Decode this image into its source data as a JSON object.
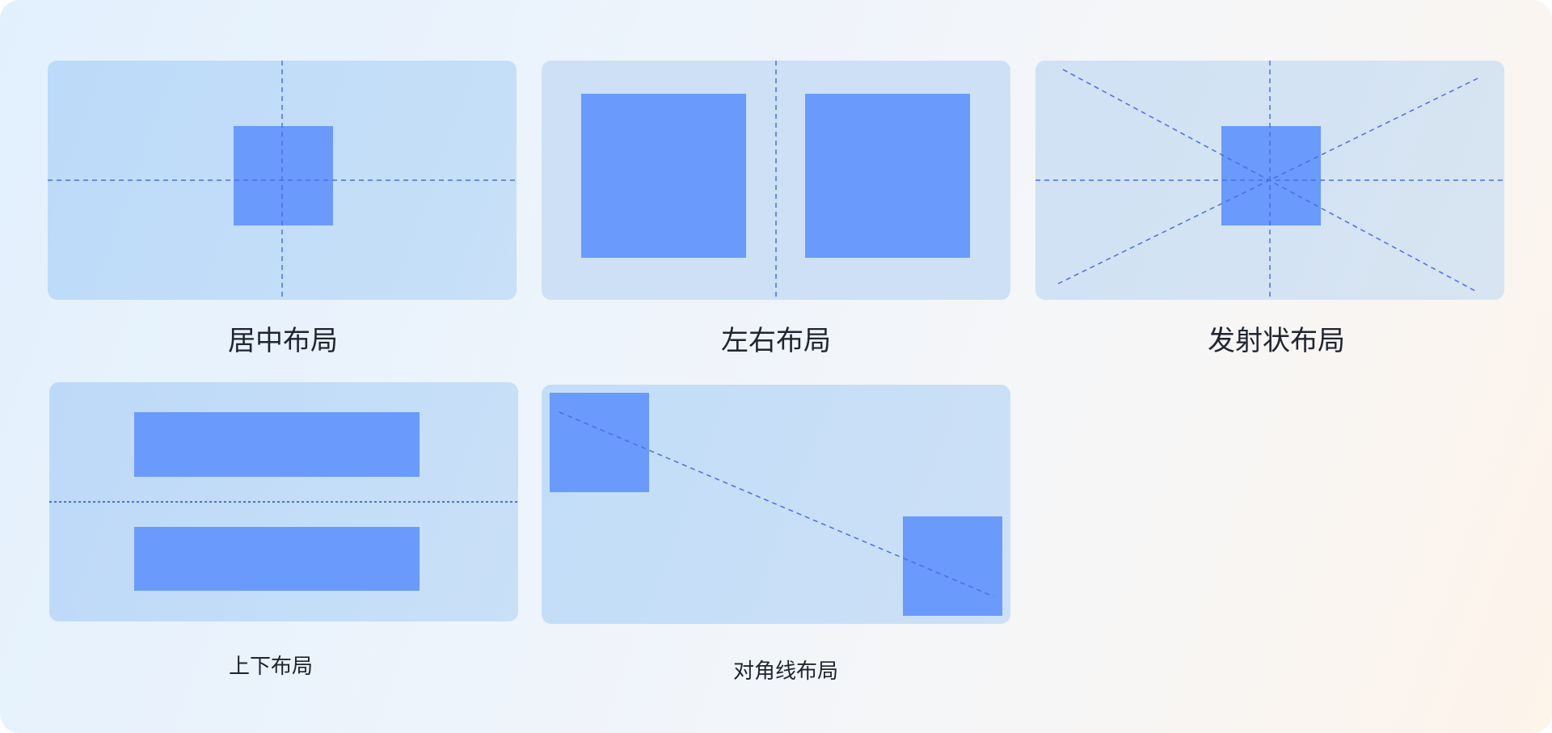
{
  "colors": {
    "block": "#6a9afb",
    "guide": "#4a6ee8",
    "caption": "#1f2430"
  },
  "layouts": [
    {
      "id": "center",
      "label": "居中布局"
    },
    {
      "id": "left-right",
      "label": "左右布局"
    },
    {
      "id": "radial",
      "label": "发射状布局"
    },
    {
      "id": "top-bottom",
      "label": "上下布局"
    },
    {
      "id": "diagonal",
      "label": "对角线布局"
    }
  ]
}
